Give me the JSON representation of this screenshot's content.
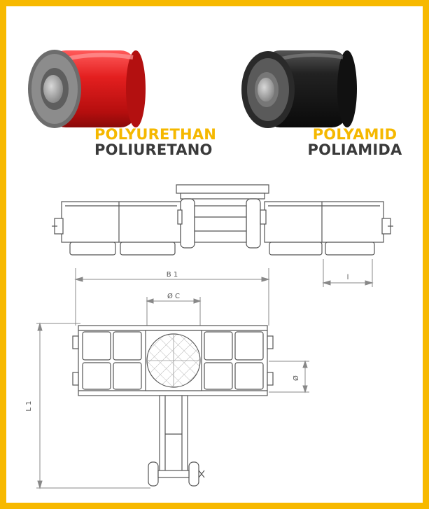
{
  "labels": {
    "polyurethane_de": "POLYURETHAN",
    "polyurethane_es": "POLIURETANO",
    "polyamide_de": "POLYAMID",
    "polyamide_es": "POLIAMIDA"
  },
  "dimensions": {
    "b1": "B 1",
    "c": "Ø C",
    "l": "l",
    "l1": "L 1",
    "d": "Ø"
  },
  "colors": {
    "frame": "#f7b900",
    "accent_text": "#f5b800",
    "dark_text": "#3a3a3a",
    "roller_red": "#d81c1c",
    "roller_black": "#1a1a1a"
  }
}
